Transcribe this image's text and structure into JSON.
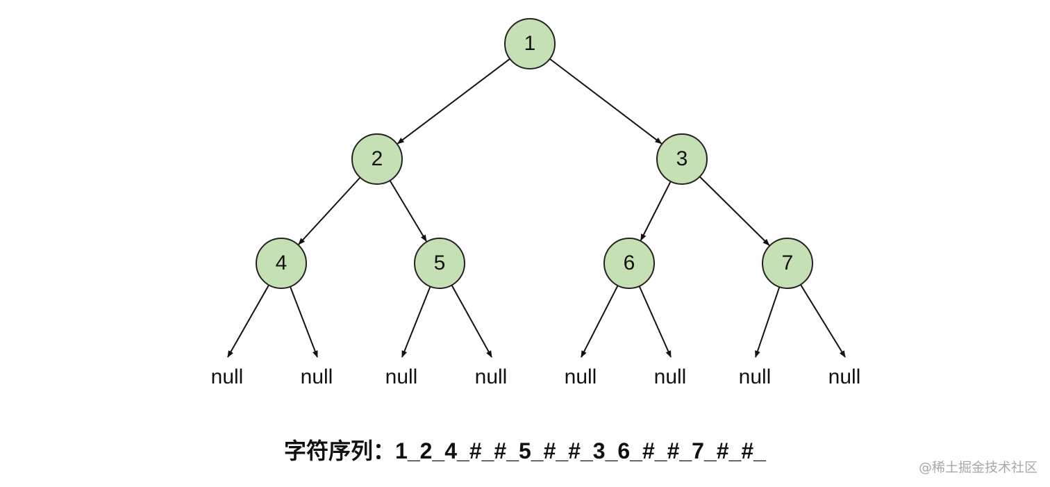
{
  "tree": {
    "fill_color": "#c5e0b4",
    "nodes": [
      {
        "id": "n1",
        "label": "1"
      },
      {
        "id": "n2",
        "label": "2"
      },
      {
        "id": "n3",
        "label": "3"
      },
      {
        "id": "n4",
        "label": "4"
      },
      {
        "id": "n5",
        "label": "5"
      },
      {
        "id": "n6",
        "label": "6"
      },
      {
        "id": "n7",
        "label": "7"
      }
    ],
    "null_label": "null",
    "edges": [
      {
        "from": "n1",
        "to": "n2"
      },
      {
        "from": "n1",
        "to": "n3"
      },
      {
        "from": "n2",
        "to": "n4"
      },
      {
        "from": "n2",
        "to": "n5"
      },
      {
        "from": "n3",
        "to": "n6"
      },
      {
        "from": "n3",
        "to": "n7"
      },
      {
        "from": "n4",
        "to": "null1"
      },
      {
        "from": "n4",
        "to": "null2"
      },
      {
        "from": "n5",
        "to": "null3"
      },
      {
        "from": "n5",
        "to": "null4"
      },
      {
        "from": "n6",
        "to": "null5"
      },
      {
        "from": "n6",
        "to": "null6"
      },
      {
        "from": "n7",
        "to": "null7"
      },
      {
        "from": "n7",
        "to": "null8"
      }
    ]
  },
  "sequence": {
    "text": "字符序列：1_2_4_#_#_5_#_#_3_6_#_#_7_#_#_"
  },
  "watermark": {
    "text": "@稀土掘金技术社区"
  }
}
